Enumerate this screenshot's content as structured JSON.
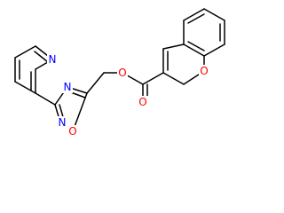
{
  "structure": {
    "atoms": [
      {
        "label": "N",
        "color": "#0000ff"
      },
      {
        "label": "N",
        "color": "#0000ff"
      },
      {
        "label": "N",
        "color": "#0000ff"
      },
      {
        "label": "O",
        "color": "#ff0000"
      },
      {
        "label": "O",
        "color": "#ff0000"
      },
      {
        "label": "O",
        "color": "#ff0000"
      },
      {
        "label": "O",
        "color": "#ff0000"
      }
    ]
  }
}
